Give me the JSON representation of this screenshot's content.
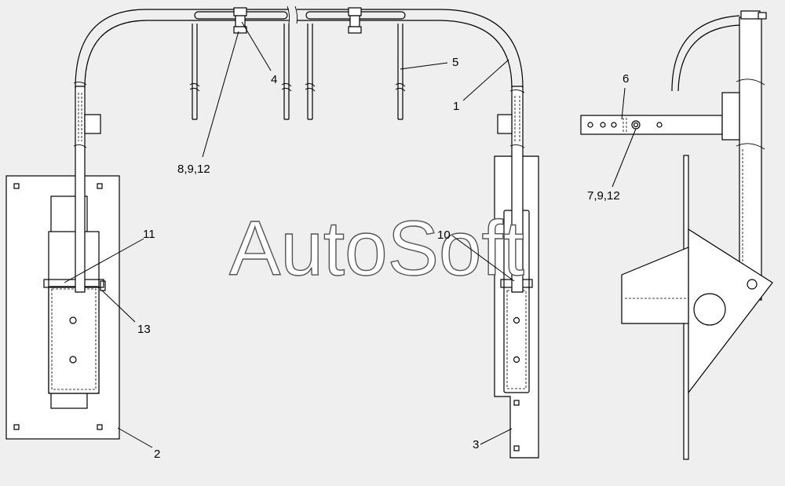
{
  "watermark": "AutoSoft",
  "callouts": {
    "c1": "1",
    "c2": "2",
    "c3": "3",
    "c4": "4",
    "c5": "5",
    "c6": "6",
    "c8_9_12": "8,9,12",
    "c7_9_12": "7,9,12",
    "c10": "10",
    "c11": "11",
    "c13": "13"
  }
}
